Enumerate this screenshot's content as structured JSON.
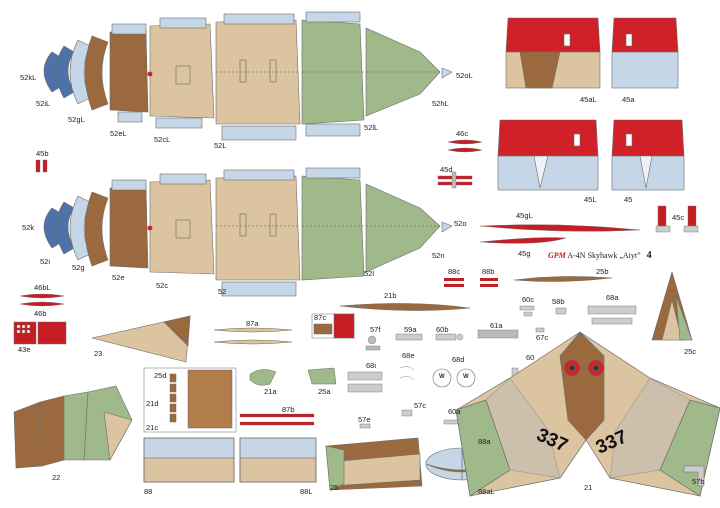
{
  "sheet": {
    "brand": "GPM",
    "model": "A-4N Skyhawk „Aiyt”",
    "page_number": "4"
  },
  "labels": {
    "p52kL": "52kL",
    "p52iL": "52iL",
    "p52gL": "52gL",
    "p52eL": "52eL",
    "p52cL": "52cL",
    "p52L": "52L",
    "p52lL": "52lL",
    "p52hL": "52hL",
    "p52oL": "52oL",
    "p52k": "52k",
    "p52i": "52i",
    "p52g": "52g",
    "p52e": "52e",
    "p52c": "52c",
    "p52": "52",
    "p52l": "52l",
    "p52n": "52n",
    "p52o": "52o",
    "p45aL": "45aL",
    "p45a": "45a",
    "p45L": "45L",
    "p45": "45",
    "p45b": "45b",
    "p46c": "46c",
    "p45d": "45d",
    "p45gL": "45gL",
    "p45g": "45g",
    "p45c": "45c",
    "p46bL": "46bL",
    "p46b": "46b",
    "p43e": "43e",
    "p23": "23",
    "p88c": "88c",
    "p88b": "88b",
    "p25b": "25b",
    "p21b": "21b",
    "p60c": "60c",
    "p58b": "58b",
    "p68a": "68a",
    "p87a": "87a",
    "p87c": "87c",
    "p57f": "57f",
    "p59a": "59a",
    "p60b": "60b",
    "p61a": "61a",
    "p67c": "67c",
    "p25c": "25c",
    "p68e": "68e",
    "p68i": "68i",
    "p68d": "68d",
    "p60": "60",
    "p21a": "21a",
    "p25a": "25a",
    "p25d": "25d",
    "p21d": "21d",
    "p21c": "21c",
    "p87b": "87b",
    "p57c": "57c",
    "p60a": "60a",
    "p57e": "57e",
    "p22": "22",
    "p88": "88",
    "p88L": "88L",
    "p25": "25",
    "p88a": "88a",
    "p88aL": "88aL",
    "p21": "21",
    "p57b": "57b"
  },
  "markings": {
    "number": "337",
    "wheel_a": "W",
    "wheel_b": "W"
  },
  "colors": {
    "tan": "#dcc4a0",
    "brown": "#9a6a3e",
    "green": "#9fb98a",
    "lightblue": "#c5d6e6",
    "blue": "#4d72a8",
    "red": "#d02028",
    "grey": "#b8b8b8",
    "outline": "#6d6d6d"
  }
}
